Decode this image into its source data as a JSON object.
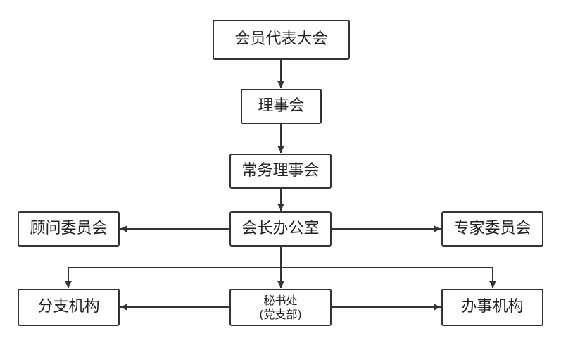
{
  "colors": {
    "stroke": "#333333",
    "box_fill": "#ffffff",
    "text": "#222222"
  },
  "nodes": {
    "congress": {
      "label": "会员代表大会"
    },
    "council": {
      "label": "理事会"
    },
    "standing_council": {
      "label": "常务理事会"
    },
    "president_office": {
      "label": "会长办公室"
    },
    "advisory_committee": {
      "label": "顾问委员会"
    },
    "expert_committee": {
      "label": "专家委员会"
    },
    "secretariat": {
      "label_lines": [
        "秘书处",
        "(党支部)"
      ]
    },
    "branches": {
      "label": "分支机构"
    },
    "offices": {
      "label": "办事机构"
    }
  }
}
